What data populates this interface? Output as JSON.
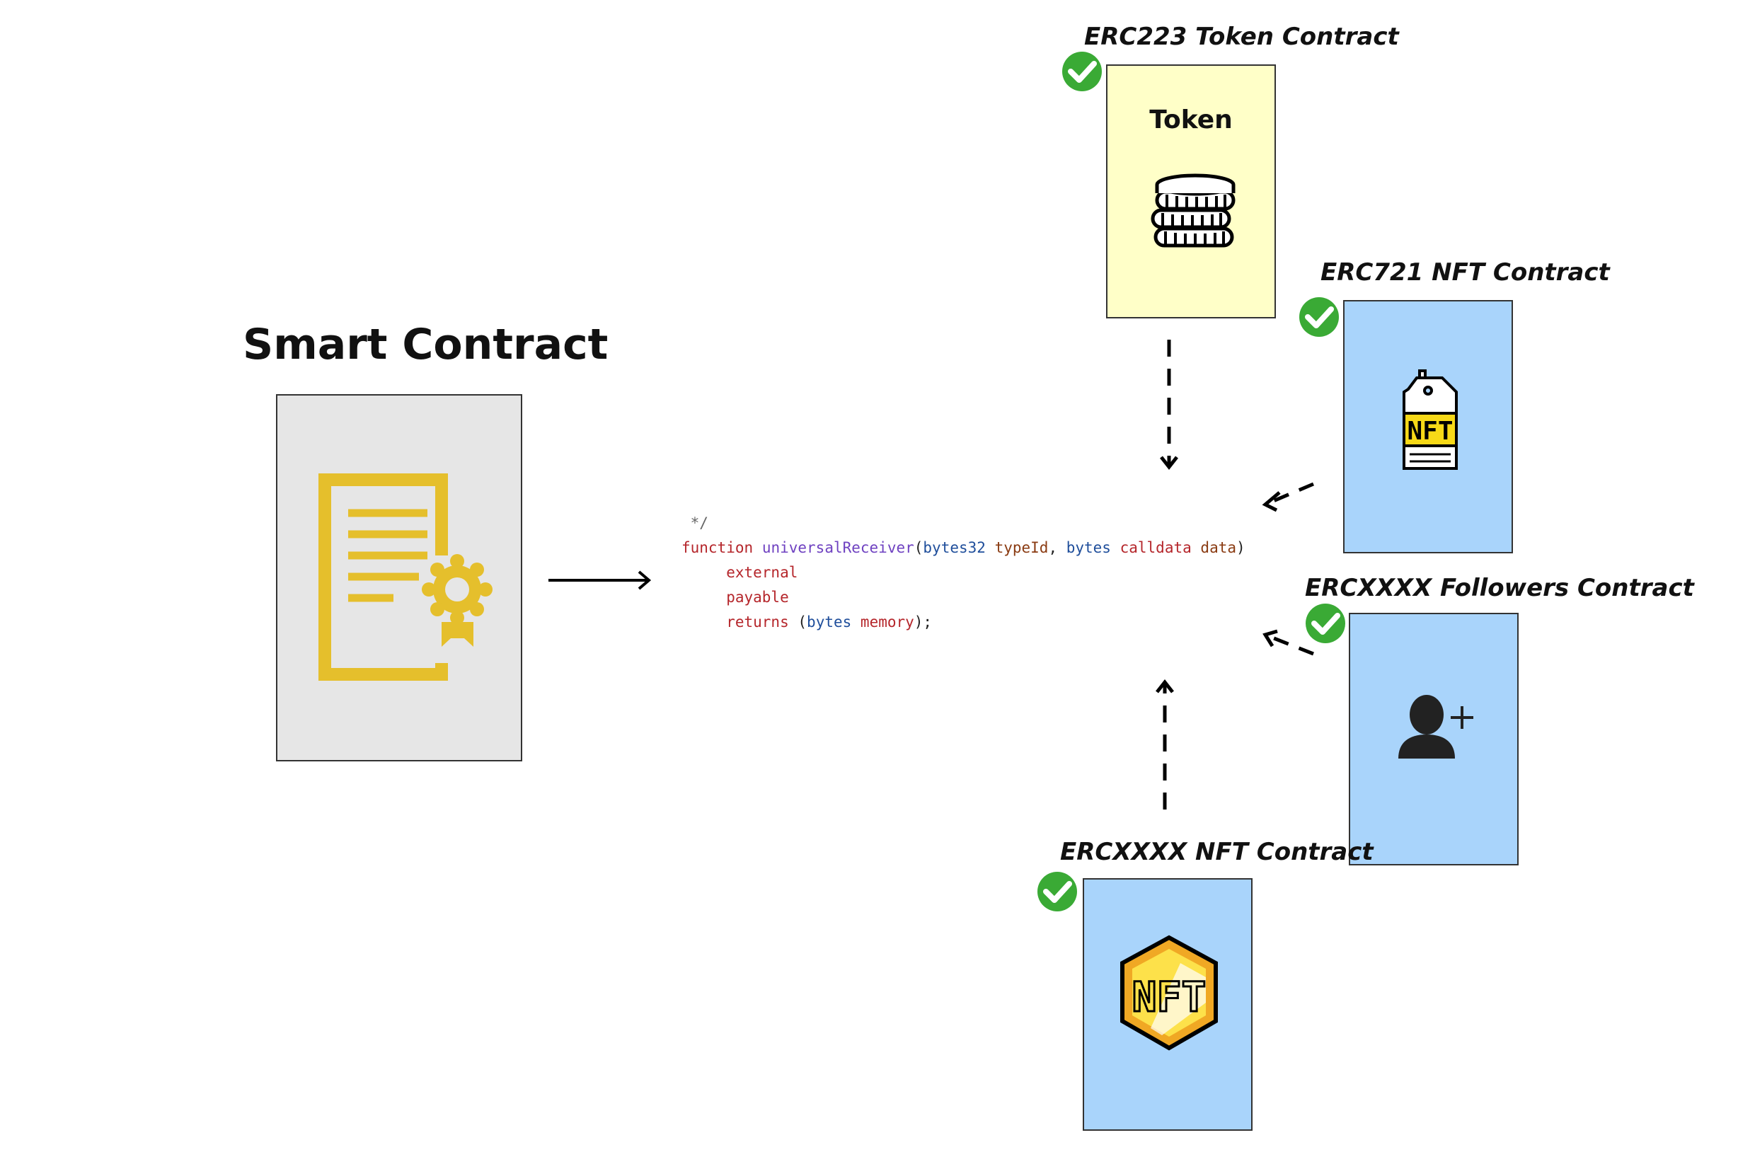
{
  "diagram": {
    "main_title": "Smart Contract",
    "contracts": [
      {
        "label": "ERC223 Token Contract",
        "inner_text": "Token",
        "icon": "coins-stack-icon",
        "verified": true
      },
      {
        "label": "ERC721 NFT Contract",
        "icon": "nft-tag-icon",
        "tag_text": "NFT",
        "verified": true
      },
      {
        "label": "ERCXXXX Followers Contract",
        "icon": "user-add-icon",
        "verified": true
      },
      {
        "label": "ERCXXXX NFT Contract",
        "icon": "nft-coin-icon",
        "coin_text": "NFT",
        "verified": true
      }
    ],
    "code": {
      "comment": " */",
      "line1": {
        "kw": "function",
        "name": "universalReceiver",
        "open": "(",
        "t1": "bytes32",
        "p1": "typeId",
        "comma": ", ",
        "t2": "bytes",
        "loc": "calldata",
        "p2": "data",
        "close": ")"
      },
      "line2": "external",
      "line3": "payable",
      "line4": {
        "kw": "returns",
        "open": "(",
        "t": "bytes",
        "loc": "memory",
        "close": ");"
      }
    },
    "colors": {
      "certificate": "#e5bf2c",
      "check": "#3aaa35",
      "token_box": "#ffffc8",
      "blue_box": "#a9d4fb",
      "main_box": "#e6e6e6"
    }
  }
}
